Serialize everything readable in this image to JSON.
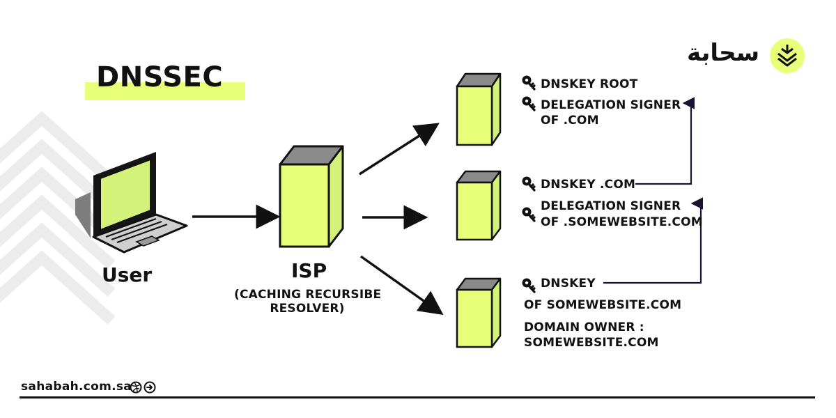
{
  "title": "DNSSEC",
  "brand": {
    "name_ar": "سحابة",
    "logo_icon": "sahabah-logo-icon",
    "website": "sahabah.com.sa"
  },
  "colors": {
    "accent": "#e8ff7a",
    "server_top": "#8a8a8a",
    "ink": "#111111",
    "link_line": "#1c1330"
  },
  "nodes": {
    "user": {
      "label": "User",
      "icon": "laptop-icon"
    },
    "isp": {
      "label": "ISP",
      "sublabel_line1": "(CACHING RECURSIBE",
      "sublabel_line2": "RESOLVER)",
      "icon": "server-icon"
    },
    "root_server": {
      "icon": "server-icon"
    },
    "com_server": {
      "icon": "server-icon"
    },
    "domain_server": {
      "icon": "server-icon"
    }
  },
  "records": {
    "root": {
      "dnskey": "DNSKEY ROOT",
      "ds_line1": "DELEGATION SIGNER",
      "ds_line2": "OF .COM"
    },
    "com": {
      "dnskey": "DNSKEY .COM",
      "ds_line1": "DELEGATION SIGNER",
      "ds_line2": "OF .SOMEWEBSITE.COM"
    },
    "domain": {
      "dnskey_line1": "DNSKEY",
      "dnskey_line2": "OF SOMEWEBSITE.COM",
      "owner_line1": "DOMAIN OWNER :",
      "owner_line2": "SOMEWEBSITE.COM"
    }
  },
  "key_icon": "key-icon",
  "footer_icons": [
    "dribbble-icon",
    "arrow-right-circle-icon"
  ]
}
